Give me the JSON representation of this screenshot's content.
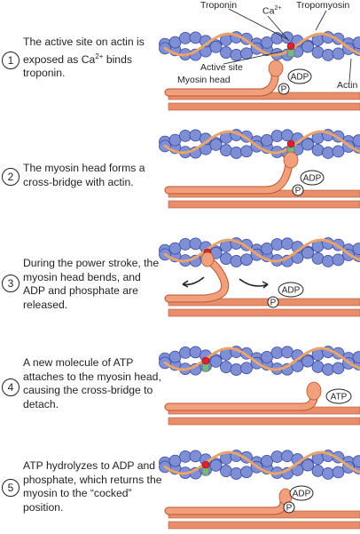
{
  "labels": {
    "troponin": "Troponin",
    "ca_base": "Ca",
    "ca_sup": "2+",
    "tropomyosin": "Tropomyosin",
    "active_site": "Active site",
    "myosin_head": "Myosin head",
    "actin": "Actin",
    "adp": "ADP",
    "p": "P",
    "atp": "ATP"
  },
  "steps": [
    {
      "number": "1",
      "text_a": "The active site on actin is exposed as Ca",
      "text_sup": "2+",
      "text_b": " binds troponin."
    },
    {
      "number": "2",
      "text_a": "The myosin head forms a cross-bridge with actin."
    },
    {
      "number": "3",
      "text_a": "During the power stroke, the myosin head bends, and ADP and phosphate are released."
    },
    {
      "number": "4",
      "text_a": "A new molecule of ATP attaches to the myosin head, causing the cross-bridge to detach."
    },
    {
      "number": "5",
      "text_a": "ATP hydrolyzes to ADP and phosphate, which returns the myosin to the “cocked” position."
    }
  ],
  "colors": {
    "actin_bead": "#7f8fd6",
    "actin_outline": "#3a4aa0",
    "tropomyosin": "#e8a46a",
    "myosin": "#f2a07c",
    "myosin_outline": "#b5552f",
    "filament": "#e98e6b",
    "troponin_red": "#e0202a",
    "troponin_green": "#7cb48a"
  }
}
